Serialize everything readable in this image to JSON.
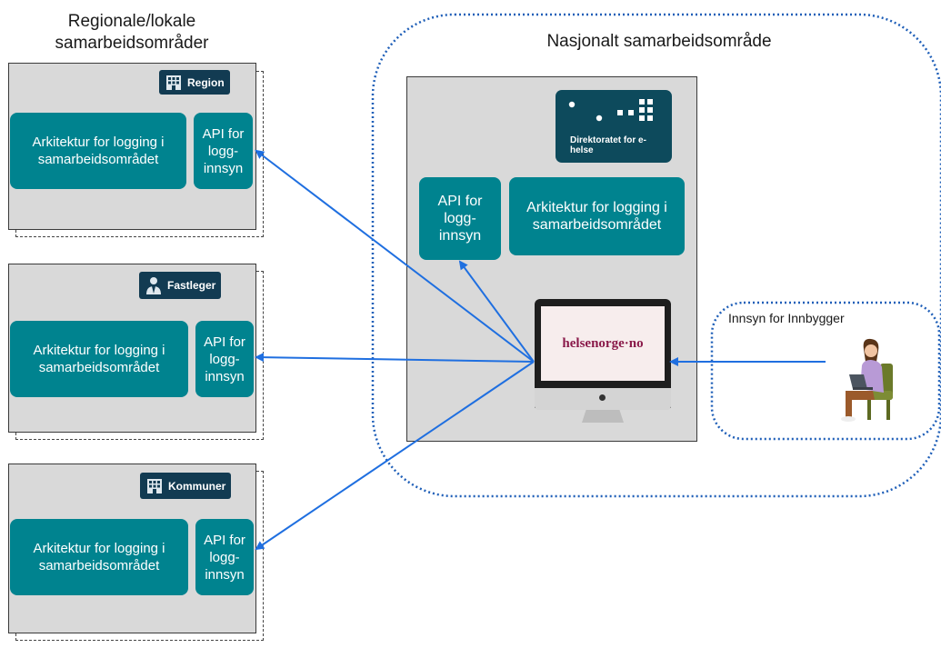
{
  "left_title": "Regionale/lokale samarbeidsområder",
  "national_title": "Nasjonalt samarbeidsområde",
  "citizen_title": "Innsyn for Innbygger",
  "areas": [
    {
      "tag": "Region",
      "tag_icon": "building-icon",
      "architecture": "Arkitektur for logging i samarbeidsområdet",
      "api": "API for logg-innsyn"
    },
    {
      "tag": "Fastleger",
      "tag_icon": "doctor-icon",
      "architecture": "Arkitektur for logging i samarbeidsområdet",
      "api": "API for logg-innsyn"
    },
    {
      "tag": "Kommuner",
      "tag_icon": "building-icon",
      "architecture": "Arkitektur for logging i samarbeidsområdet",
      "api": "API for logg-innsyn"
    }
  ],
  "national": {
    "logo_text": "Direktoratet for e-helse",
    "api": "API for logg-innsyn",
    "architecture": "Arkitektur for logging i samarbeidsområdet",
    "portal_brand": "helsenorge·no"
  },
  "colors": {
    "teal": "#00838f",
    "navy": "#123b52",
    "arrow": "#1f6fe0",
    "portal_text": "#8a1a4a",
    "dotted_border": "#1f5fb8"
  }
}
